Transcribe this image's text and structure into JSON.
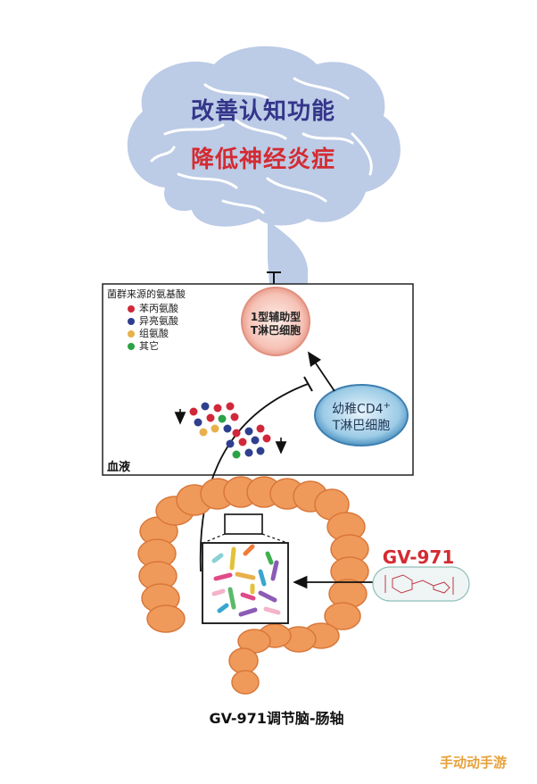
{
  "brain": {
    "line1": "改善认知功能",
    "line2": "降低神经炎症"
  },
  "blood_panel": {
    "legend_title": "菌群来源的氨基酸",
    "legend_items": [
      {
        "label": "苯丙氨酸",
        "color": "#d1273a"
      },
      {
        "label": "异亮氨酸",
        "color": "#2f3f8f"
      },
      {
        "label": "组氨酸",
        "color": "#e8b04a"
      },
      {
        "label": "其它",
        "color": "#2aa246"
      }
    ],
    "region_label": "血液",
    "th1_cell": {
      "line1": "1型辅助型",
      "line2": "T淋巴细胞"
    },
    "naive_cell": {
      "line1": "幼稚CD4",
      "sup": "+",
      "line2": "T淋巴细胞"
    }
  },
  "drug": {
    "name": "GV-971"
  },
  "caption": "GV-971调节脑-肠轴",
  "watermark": "手动动手游",
  "colors": {
    "brain": "#bccbe6",
    "colon": "#ef9a5a",
    "th1_fill": "#f6c9c0",
    "naive_fill": "#8ec4e3"
  }
}
